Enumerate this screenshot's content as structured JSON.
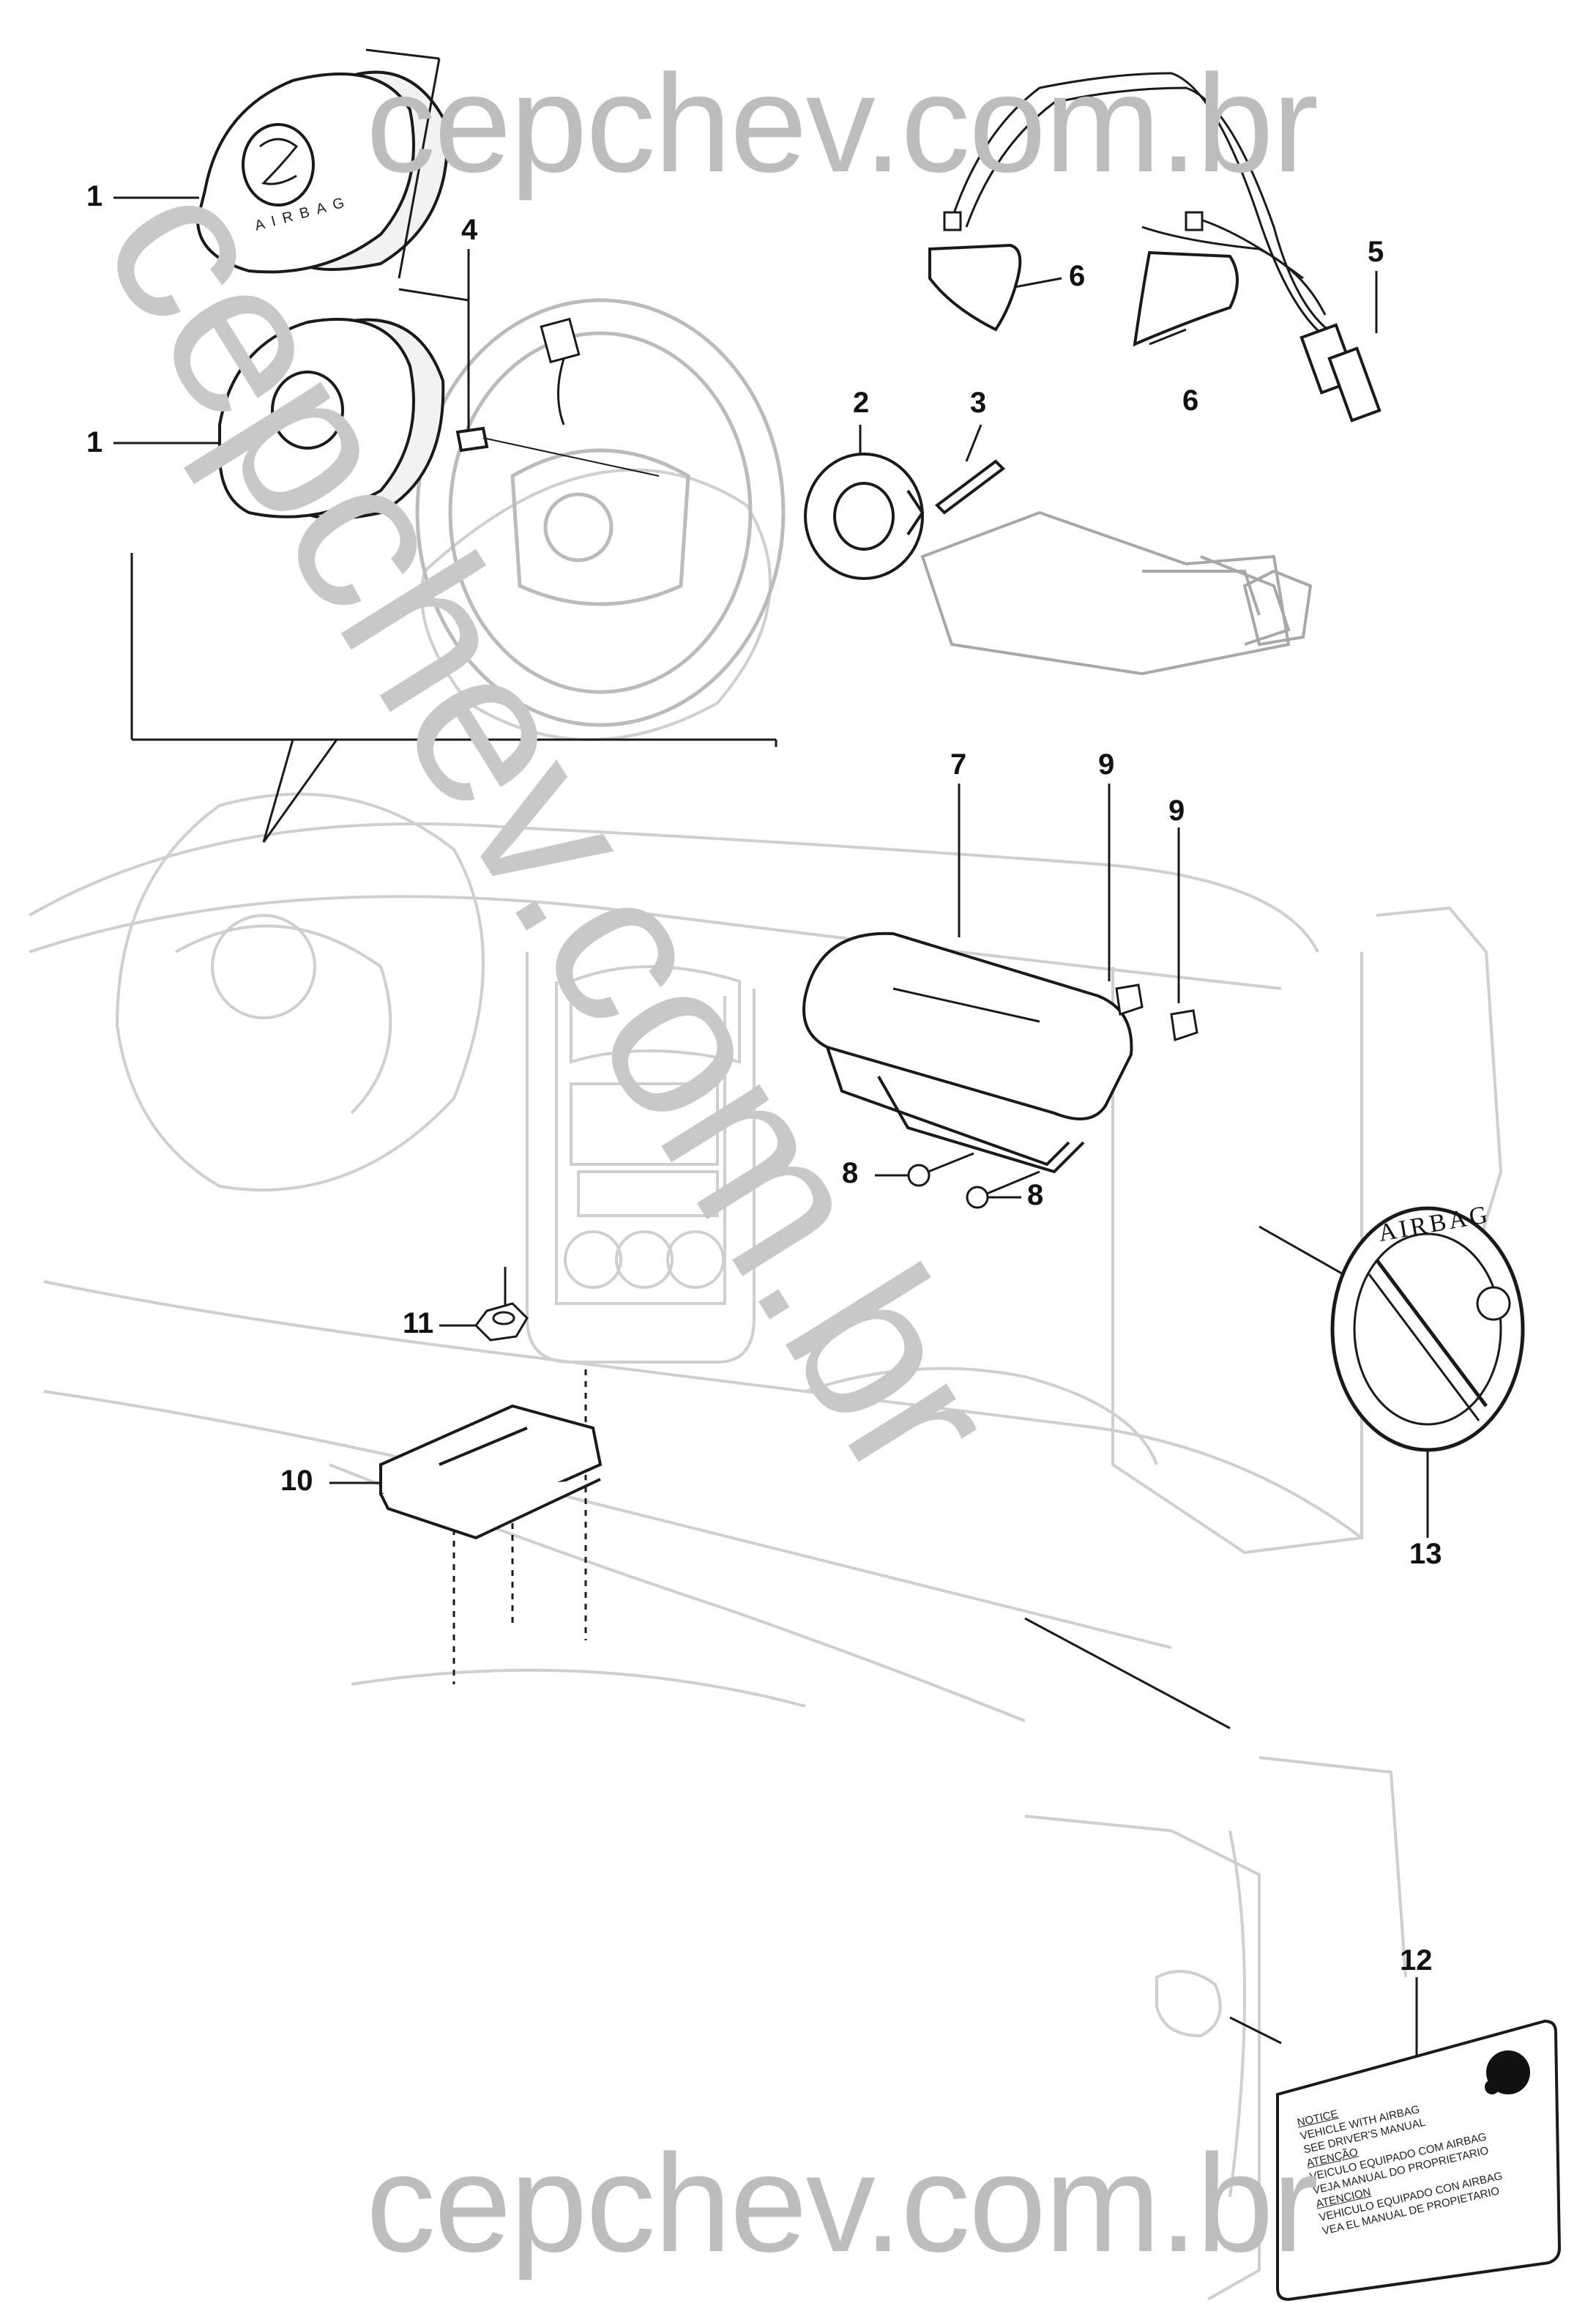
{
  "watermark": {
    "top": "cepchev.com.br",
    "diagonal": "cepchev.com.br",
    "bottom": "cepchev.com.br"
  },
  "callouts": {
    "c1a": "1",
    "c1b": "1",
    "c2": "2",
    "c3": "3",
    "c4": "4",
    "c5": "5",
    "c6a": "6",
    "c6b": "6",
    "c7": "7",
    "c8a": "8",
    "c8b": "8",
    "c9a": "9",
    "c9b": "9",
    "c10": "10",
    "c11": "11",
    "c12": "12",
    "c13": "13"
  },
  "airbag_cover_text": "AIRBAG",
  "seal_text": "AIRBAG",
  "label": {
    "line1": "NOTICE",
    "line2": "VEHICLE WITH AIRBAG",
    "line3": "SEE DRIVER'S MANUAL",
    "line4": "ATENÇÃO",
    "line5": "VEICULO EQUIPADO COM AIRBAG",
    "line6": "VEJA MANUAL DO PROPRIETARIO",
    "line7": "ATENCION",
    "line8": "VEHICULO EQUIPADO CON AIRBAG",
    "line9": "VEA EL MANUAL DE PROPIETARIO"
  },
  "colors": {
    "line": "#1a1a1a",
    "ghost": "#c9c9c9",
    "watermark": "#bdbdbd"
  }
}
